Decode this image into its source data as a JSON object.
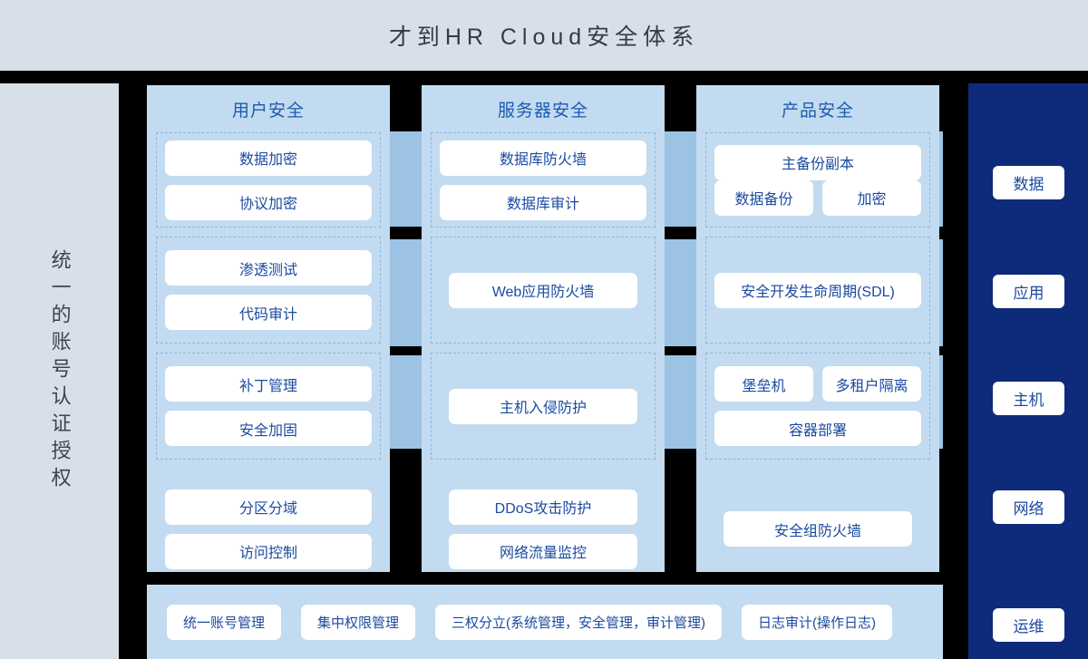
{
  "header": {
    "title": "才到HR Cloud安全体系"
  },
  "left_sidebar": {
    "label": "统一的账号认证授权"
  },
  "right_sidebar": {
    "badges": [
      {
        "label": "数据"
      },
      {
        "label": "应用"
      },
      {
        "label": "主机"
      },
      {
        "label": "网络"
      },
      {
        "label": "运维"
      }
    ]
  },
  "columns": [
    {
      "title": "用户安全",
      "bands": [
        {
          "grouped": true,
          "rows": [
            {
              "items": [
                "数据加密"
              ]
            },
            {
              "items": [
                "协议加密"
              ]
            }
          ]
        },
        {
          "grouped": true,
          "rows": [
            {
              "items": [
                "渗透测试"
              ]
            },
            {
              "items": [
                "代码审计"
              ]
            }
          ]
        },
        {
          "grouped": true,
          "rows": [
            {
              "items": [
                "补丁管理"
              ]
            },
            {
              "items": [
                "安全加固"
              ]
            }
          ]
        },
        {
          "grouped": false,
          "rows": [
            {
              "items": [
                "分区分域"
              ]
            },
            {
              "items": [
                "访问控制"
              ]
            }
          ]
        }
      ]
    },
    {
      "title": "服务器安全",
      "bands": [
        {
          "grouped": true,
          "rows": [
            {
              "items": [
                "数据库防火墙"
              ]
            },
            {
              "items": [
                "数据库审计"
              ]
            }
          ]
        },
        {
          "grouped": true,
          "rows": [
            {
              "items": [
                "Web应用防火墙"
              ],
              "inset": true
            }
          ]
        },
        {
          "grouped": true,
          "rows": [
            {
              "items": [
                "主机入侵防护"
              ],
              "inset": true
            }
          ]
        },
        {
          "grouped": false,
          "rows": [
            {
              "items": [
                "DDoS攻击防护"
              ],
              "inset": true
            },
            {
              "items": [
                "网络流量监控"
              ],
              "inset": true
            }
          ]
        }
      ]
    },
    {
      "title": "产品安全",
      "bands": [
        {
          "grouped": true,
          "rows": [
            {
              "items": [
                "主备份副本"
              ]
            },
            {
              "items": [
                "数据备份",
                "加密"
              ]
            }
          ]
        },
        {
          "grouped": true,
          "rows": [
            {
              "items": [
                "安全开发生命周期(SDL)"
              ]
            }
          ]
        },
        {
          "grouped": true,
          "rows": [
            {
              "items": [
                "堡垒机",
                "多租户隔离"
              ]
            },
            {
              "items": [
                "容器部署"
              ]
            }
          ]
        },
        {
          "grouped": false,
          "rows": [
            {
              "items": [
                "安全组防火墙"
              ]
            }
          ]
        }
      ]
    }
  ],
  "bottom_bar": {
    "items": [
      {
        "label": "统一账号管理"
      },
      {
        "label": "集中权限管理"
      },
      {
        "label": "三权分立(系统管理，安全管理，审计管理)"
      },
      {
        "label": "日志审计(操作日志)"
      }
    ]
  },
  "colors": {
    "page_background": "#000000",
    "header_background": "#d7dfe8",
    "panel_background": "#c2dbf0",
    "connector_blue": "#9cc3e4",
    "navy": "#0e2a7b",
    "chip_text": "#1b4aa0",
    "title_text": "#1d5bb0"
  }
}
